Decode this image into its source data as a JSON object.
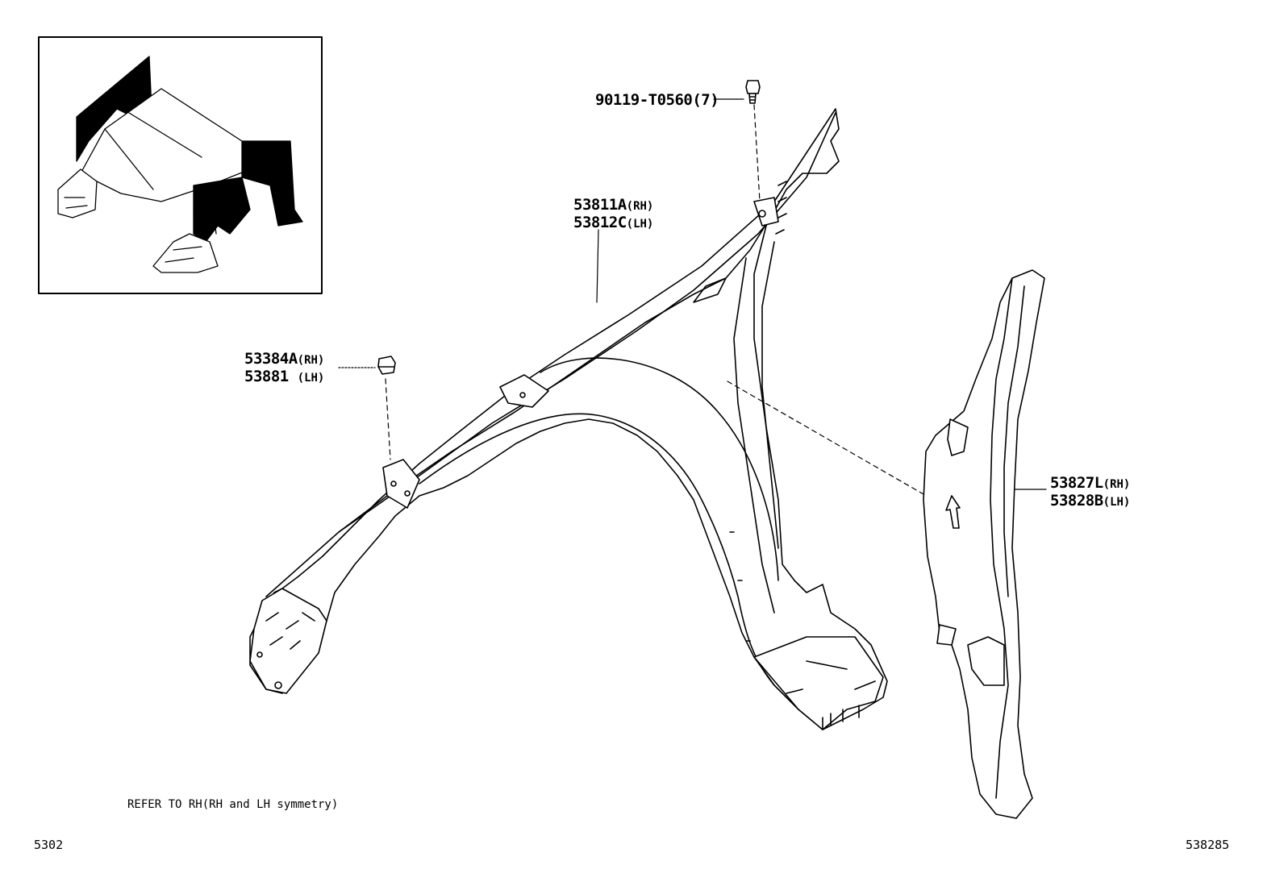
{
  "labels": {
    "bolt": {
      "number": "90119-T0560",
      "qty": "(7)"
    },
    "fender_rh": {
      "number": "53811A",
      "side": "(RH)"
    },
    "fender_lh": {
      "number": "53812C",
      "side": "(LH)"
    },
    "cushion_rh": {
      "number": "53384A",
      "side": "(RH)"
    },
    "cushion_lh": {
      "number": "53881 ",
      "side": "(LH)"
    },
    "liner_rh": {
      "number": "53827L",
      "side": "(RH)"
    },
    "liner_lh": {
      "number": "53828B",
      "side": "(LH)"
    }
  },
  "note": "REFER TO RH(RH and LH symmetry)",
  "footer": {
    "left_code": "5302",
    "right_code": "538285"
  }
}
